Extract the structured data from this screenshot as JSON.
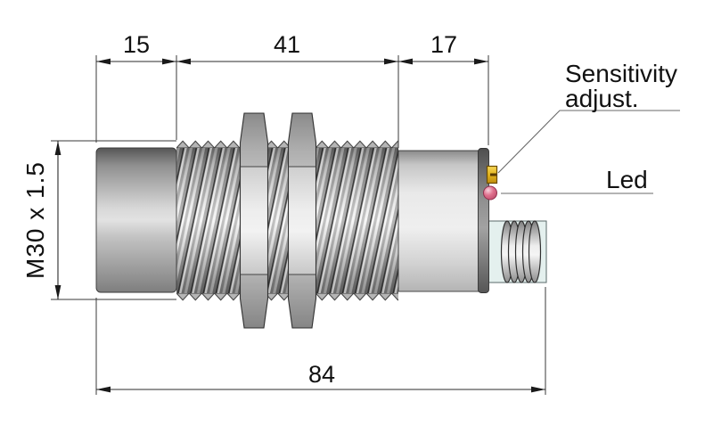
{
  "dimensions": {
    "front_length": "15",
    "thread_length": "41",
    "housing_length": "17",
    "total_length": "84",
    "thread_spec": "M30 x 1.5"
  },
  "callouts": {
    "sensitivity_line1": "Sensitivity",
    "sensitivity_line2": "adjust.",
    "led": "Led"
  },
  "colors": {
    "potentiometer_gold": "#e3b41e",
    "led_pink": "#e0718e",
    "connector_tint": "#e4f0ee",
    "line_color": "#2b2b2b"
  }
}
